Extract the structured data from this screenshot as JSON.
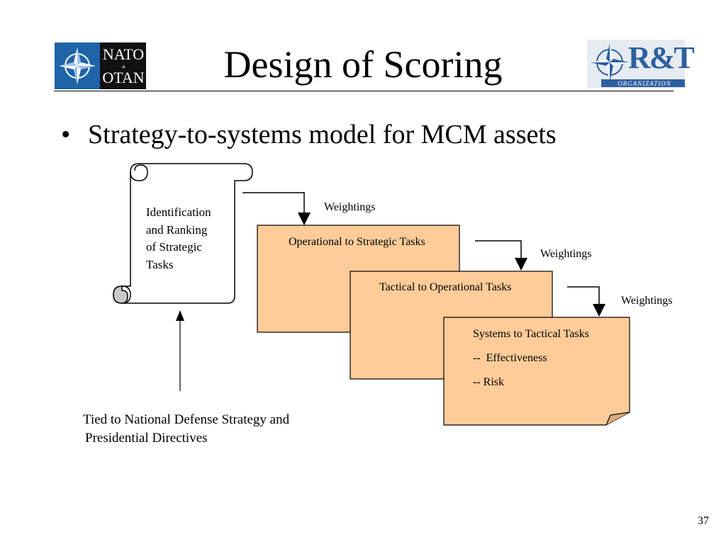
{
  "logos": {
    "left": {
      "line1": "NATO",
      "line2": "OTAN"
    },
    "right": {
      "main": "R&T",
      "sub": "ORGANIZATION"
    }
  },
  "slide": {
    "title": "Design of Scoring",
    "bullet": "Strategy-to-systems model for MCM assets",
    "page_number": "37"
  },
  "diagram": {
    "scroll_text": [
      "Identification",
      "and Ranking",
      "of Strategic",
      "Tasks"
    ],
    "weightings_label": "Weightings",
    "cards": [
      {
        "label": "Operational to Strategic Tasks"
      },
      {
        "label": "Tactical to Operational Tasks"
      },
      {
        "label": "Systems to Tactical Tasks",
        "items": [
          "--  Effectiveness",
          "-- Risk"
        ]
      }
    ],
    "caption": [
      "Tied to National Defense Strategy and",
      "Presidential Directives"
    ]
  },
  "colors": {
    "card_fill": "#FFCC99",
    "nato_blue": "#1F63A8",
    "rt_blue": "#2E5FA0"
  }
}
